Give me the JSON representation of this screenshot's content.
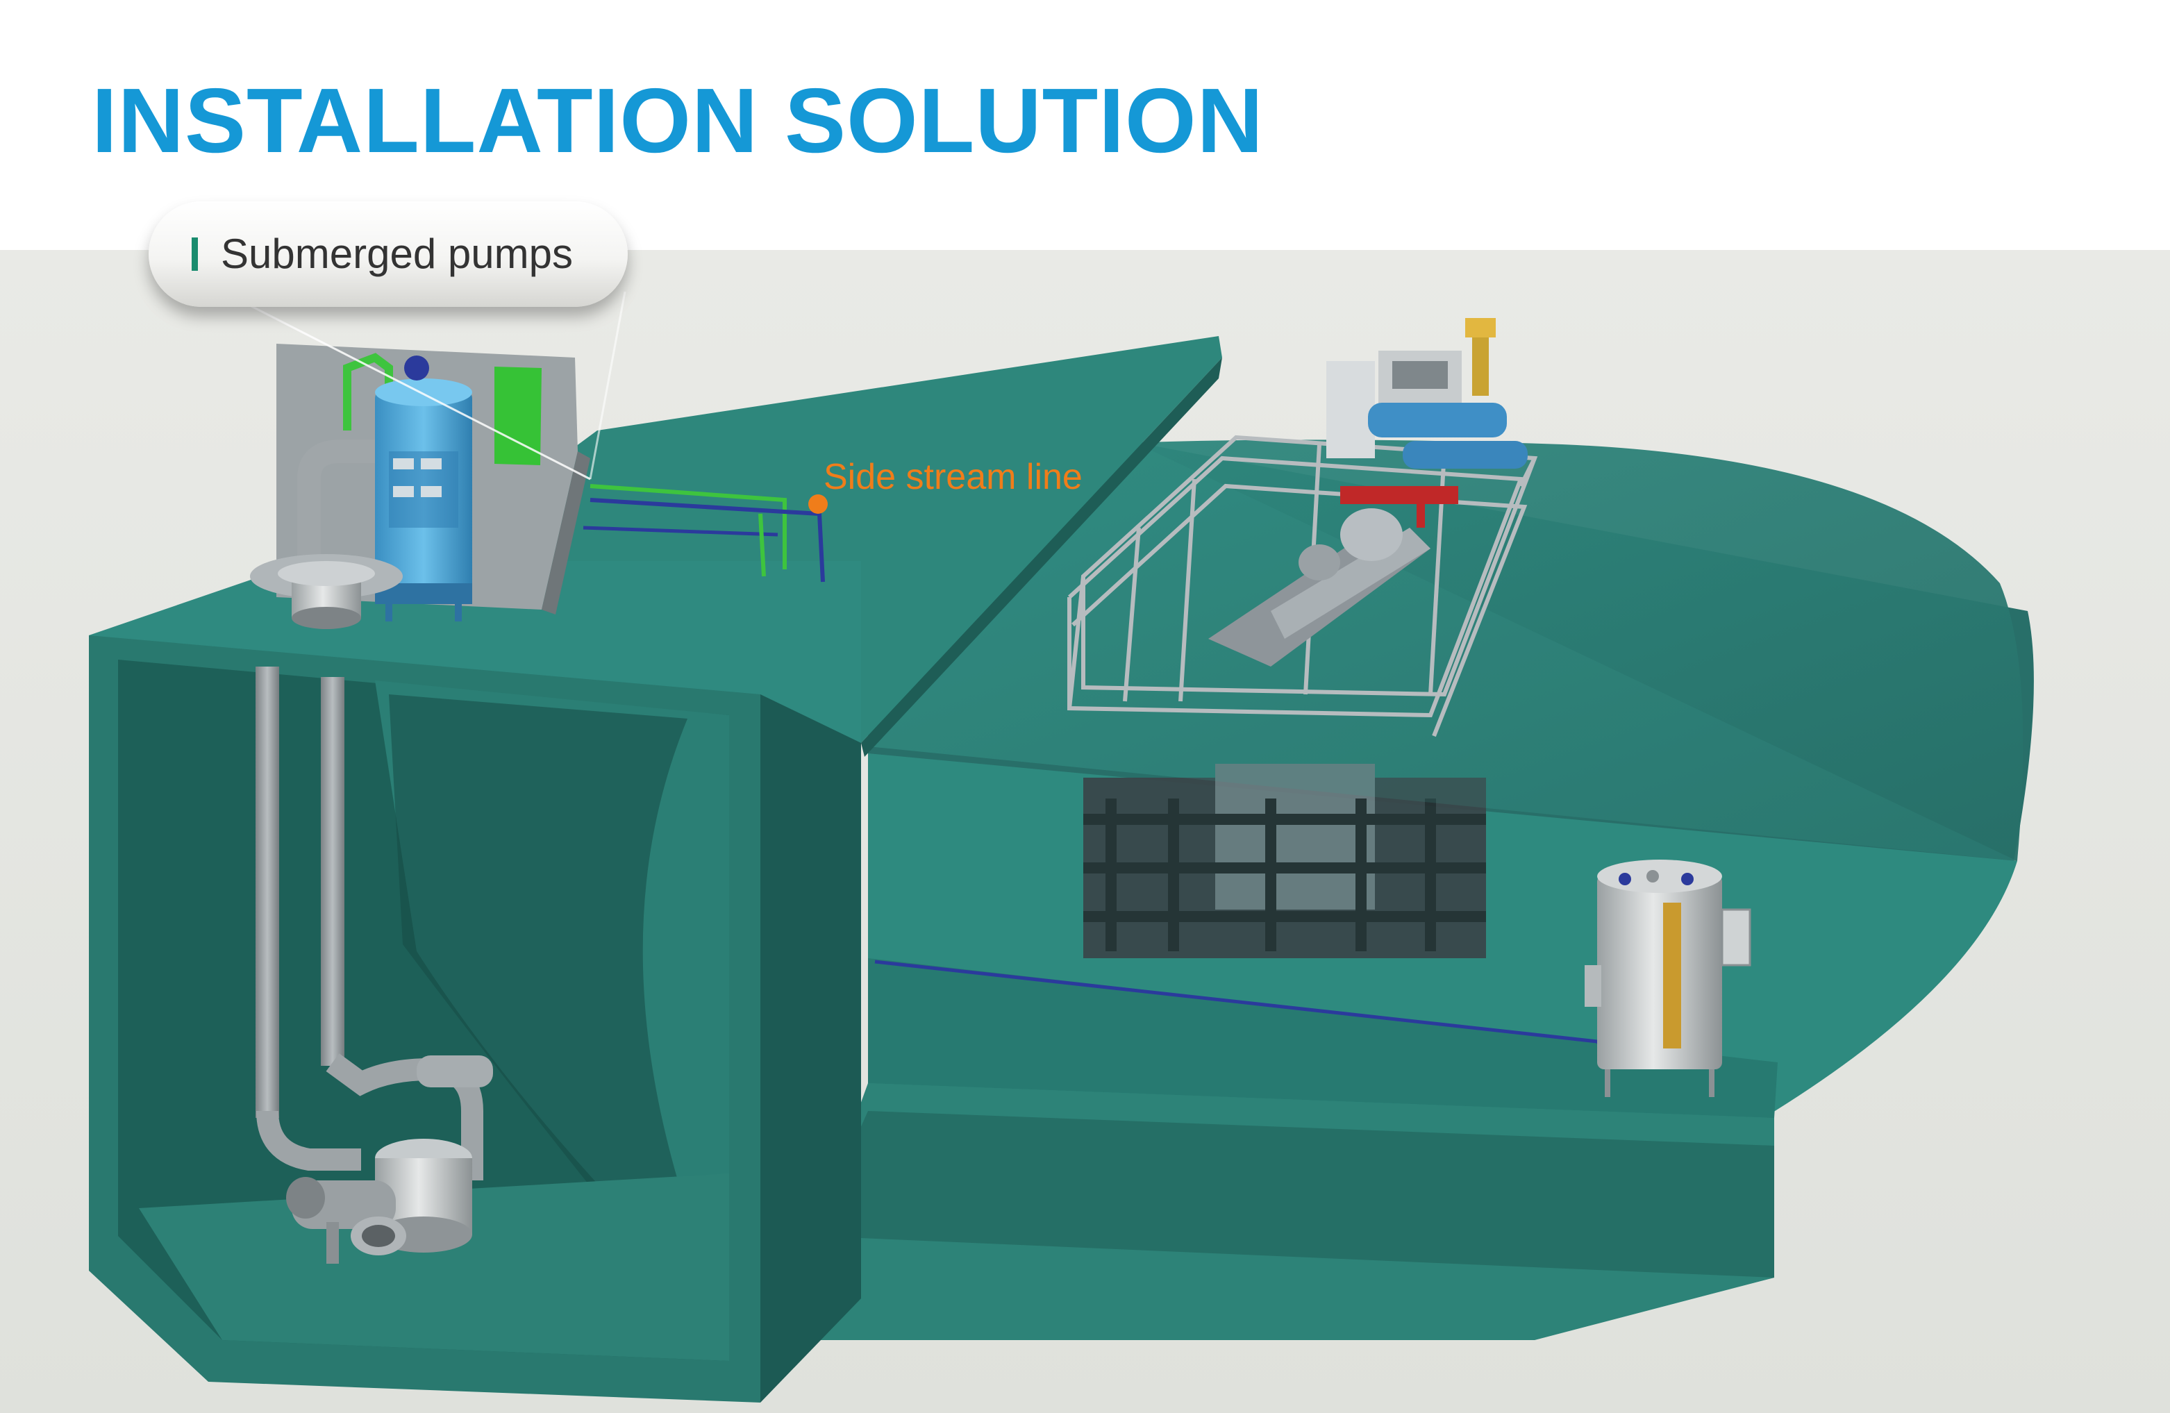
{
  "title": "INSTALLATION SOLUTION",
  "labels": {
    "submerged_pumps": "Submerged pumps",
    "side_stream_line": "Side stream line"
  },
  "colors": {
    "title": "#1598d6",
    "hull": "#2a7d74",
    "hull_dark": "#1c5a54",
    "deck": "#2e857b",
    "background": "#e6e8e4",
    "callout": "#f07d1a",
    "pipe_green": "#3ec43e",
    "pipe_blue": "#2b3a9c",
    "tank_blue": "#4aa6d8"
  }
}
